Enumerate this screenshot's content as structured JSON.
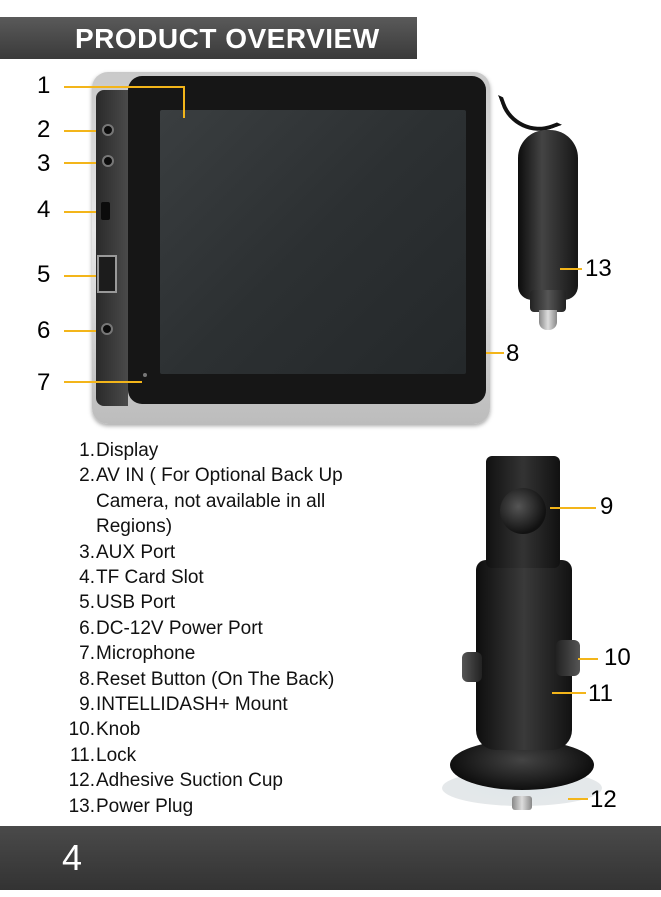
{
  "header": {
    "title": "PRODUCT OVERVIEW"
  },
  "callouts": {
    "c1": "1",
    "c2": "2",
    "c3": "3",
    "c4": "4",
    "c5": "5",
    "c6": "6",
    "c7": "7",
    "c8": "8",
    "c9": "9",
    "c10": "10",
    "c11": "11",
    "c12": "12",
    "c13": "13"
  },
  "legend": [
    {
      "num": "1.",
      "text": "Display"
    },
    {
      "num": "2.",
      "text": "AV IN ( For Optional Back Up"
    },
    {
      "num": "",
      "text": "Camera, not available in all"
    },
    {
      "num": "",
      "text": "Regions)"
    },
    {
      "num": "3.",
      "text": "AUX Port"
    },
    {
      "num": "4.",
      "text": "TF Card Slot"
    },
    {
      "num": "5.",
      "text": "USB Port"
    },
    {
      "num": "6.",
      "text": "DC-12V Power Port"
    },
    {
      "num": "7.",
      "text": "Microphone"
    },
    {
      "num": "8.",
      "text": "Reset Button (On The Back)"
    },
    {
      "num": "9.",
      "text": "INTELLIDASH+ Mount"
    },
    {
      "num": "10.",
      "text": "Knob"
    },
    {
      "num": "11.",
      "text": "Lock"
    },
    {
      "num": "12.",
      "text": "Adhesive Suction Cup"
    },
    {
      "num": "13.",
      "text": "Power Plug"
    }
  ],
  "footer": {
    "page_number": "4"
  },
  "colors": {
    "callout_line": "#f3b51a",
    "band": "#3a3a3a"
  }
}
